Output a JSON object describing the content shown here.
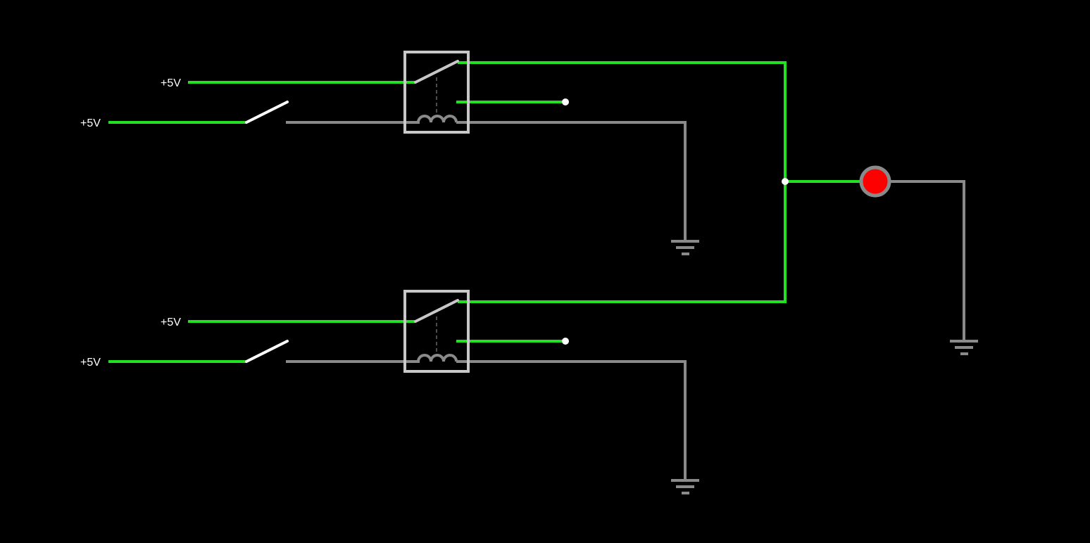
{
  "colors": {
    "background": "#000000",
    "live_wire": "#22e022",
    "dead_wire": "#8a8a8a",
    "component": "#c8c8c8",
    "switch_lever": "#ffffff",
    "node": "#ffffff",
    "lamp_off": "#ff0000",
    "lamp_ring": "#8a8a8a",
    "label": "#ffffff"
  },
  "labels": {
    "relay1_supply": "+5V",
    "switch1_supply": "+5V",
    "relay2_supply": "+5V",
    "switch2_supply": "+5V"
  },
  "components": {
    "relays": [
      {
        "name": "relay-1",
        "contact": "closed-to-output"
      },
      {
        "name": "relay-2",
        "contact": "closed-to-output"
      }
    ],
    "switches": [
      {
        "name": "switch-1",
        "state": "open"
      },
      {
        "name": "switch-2",
        "state": "open"
      }
    ],
    "lamp": {
      "name": "output-lamp",
      "state": "lit"
    },
    "grounds": 3
  }
}
